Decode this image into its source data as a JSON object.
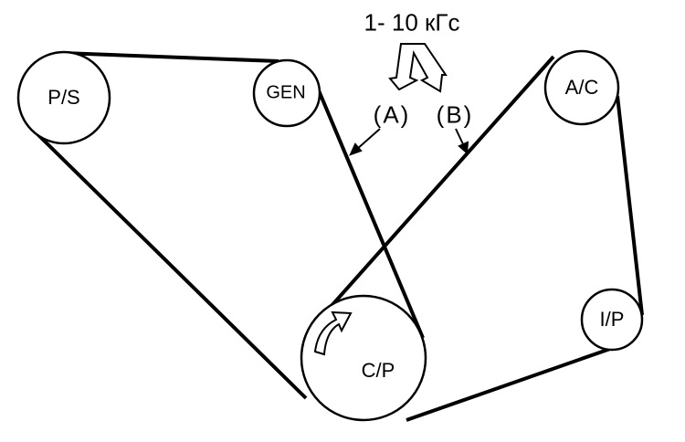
{
  "diagram": {
    "force_label": "1- 10 кГс",
    "label_a": "(A)",
    "label_b": "(B)",
    "pulleys": {
      "ps": "P/S",
      "gen": "GEN",
      "ac": "A/C",
      "ip": "I/P",
      "cp": "C/P"
    },
    "line_color": "#000000"
  }
}
